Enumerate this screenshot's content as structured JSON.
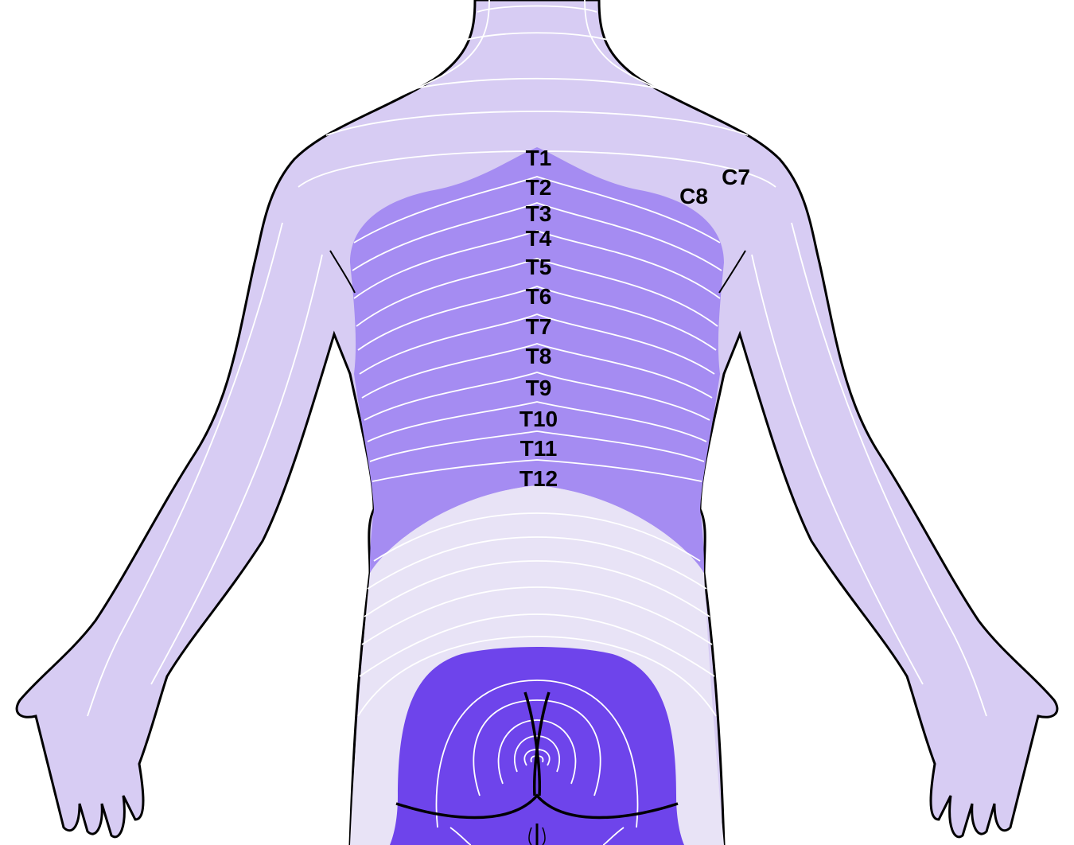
{
  "colors": {
    "cervical": "#d7ccf3",
    "thoracic": "#a58cf2",
    "lumbar": "#e8e3f6",
    "sacral": "#6e44eb",
    "outline": "#000000",
    "contour": "#ffffff"
  },
  "labels": {
    "thoracic": [
      "T1",
      "T2",
      "T3",
      "T4",
      "T5",
      "T6",
      "T7",
      "T8",
      "T9",
      "T10",
      "T11",
      "T12"
    ],
    "cervical": [
      "C7",
      "C8"
    ]
  }
}
